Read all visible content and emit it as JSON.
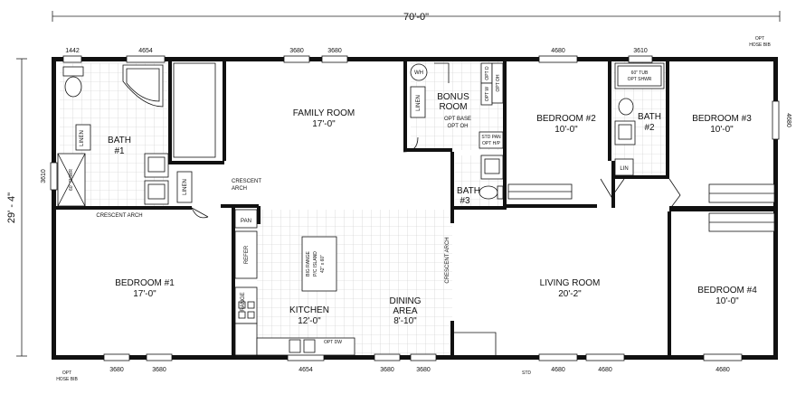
{
  "overall": {
    "width": "70'-0\"",
    "depth": "29' - 4\""
  },
  "rooms": {
    "family": {
      "name": "FAMILY ROOM",
      "size": "17'-0\""
    },
    "bonus": {
      "line1": "BONUS",
      "line2": "ROOM",
      "note1": "OPT BASE",
      "note2": "OPT OH"
    },
    "bed2": {
      "name": "BEDROOM #2",
      "size": "10'-0\""
    },
    "bed3": {
      "name": "BEDROOM #3",
      "size": "10'-0\""
    },
    "bed1": {
      "name": "BEDROOM #1",
      "size": "17'-0\""
    },
    "bed4": {
      "name": "BEDROOM #4",
      "size": "10'-0\""
    },
    "bath1": {
      "name": "BATH",
      "num": "#1"
    },
    "bath2": {
      "name": "BATH",
      "num": "#2"
    },
    "bath3": {
      "name": "BATH",
      "num": "#3"
    },
    "kitchen": {
      "name": "KITCHEN",
      "size": "12'-0\""
    },
    "dining": {
      "name": "DINING",
      "name2": "AREA",
      "size": "8'-10\""
    },
    "living": {
      "name": "LIVING ROOM",
      "size": "20'-2\""
    }
  },
  "labels": {
    "linen": "LINEN",
    "lin": "LIN",
    "wh": "WH",
    "pan": "PAN",
    "refer": "REFER",
    "range": "RANGE",
    "crescent_arch": "CRESCENT ARCH",
    "crescent": "CRESCENT",
    "arch": "ARCH",
    "shower": "60\" SHWR",
    "tub1": "60\" TUB",
    "tub2": "OPT SHWR",
    "opt_d": "OPT D",
    "opt_w": "OPT W",
    "opt_oh": "OPT OH",
    "std_pan1": "STD PAN",
    "std_pan2": "OPT H/P",
    "island1": "BIG RANGE",
    "island2": "P/C ISLAND",
    "island3": "42\" x 60\"",
    "opt_dw": "OPT DW",
    "opt_hose_1": "OPT",
    "opt_hose_2": "HOSE BIB",
    "std": "STD"
  },
  "windows": {
    "top": [
      "1442",
      "4654",
      "3680",
      "3680",
      "4680",
      "3610"
    ],
    "bottom": [
      "3680",
      "3680",
      "4654",
      "3680",
      "3680",
      "4680",
      "4680",
      "4680"
    ],
    "left": "3610",
    "right": "4680"
  }
}
